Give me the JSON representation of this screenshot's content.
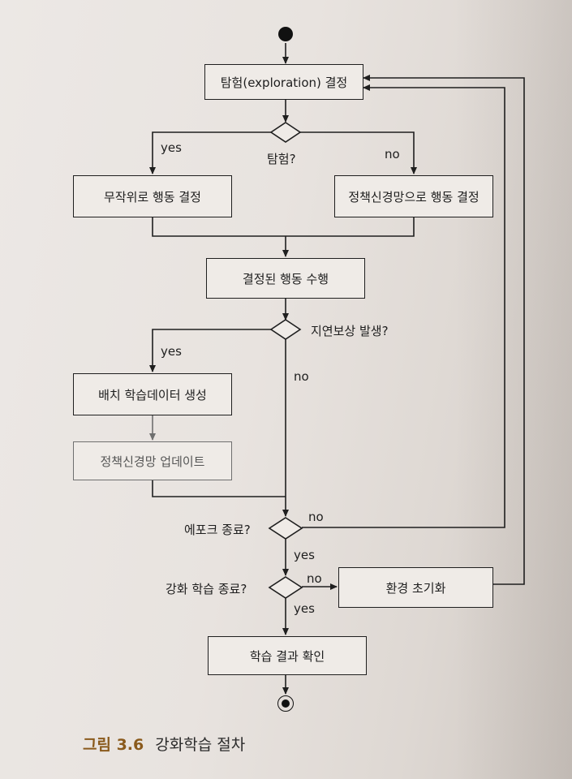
{
  "nodes": {
    "explore_decision": "탐험(exploration) 결정",
    "random_action": "무작위로 행동 결정",
    "policy_action": "정책신경망으로 행동 결정",
    "execute_action": "결정된 행동 수행",
    "batch_data": "배치 학습데이터 생성",
    "policy_update": "정책신경망 업데이트",
    "env_reset": "환경 초기화",
    "check_result": "학습 결과 확인"
  },
  "decisions": {
    "explore": "탐험?",
    "delayed_reward": "지연보상 발생?",
    "epoch_end": "에포크 종료?",
    "rl_end": "강화 학습 종료?"
  },
  "branch_labels": {
    "explore_yes": "yes",
    "explore_no": "no",
    "reward_yes": "yes",
    "reward_no": "no",
    "epoch_no": "no",
    "epoch_yes": "yes",
    "rl_no": "no",
    "rl_yes": "yes"
  },
  "caption": {
    "number": "그림 3.6",
    "title": "강화학습 절차"
  }
}
